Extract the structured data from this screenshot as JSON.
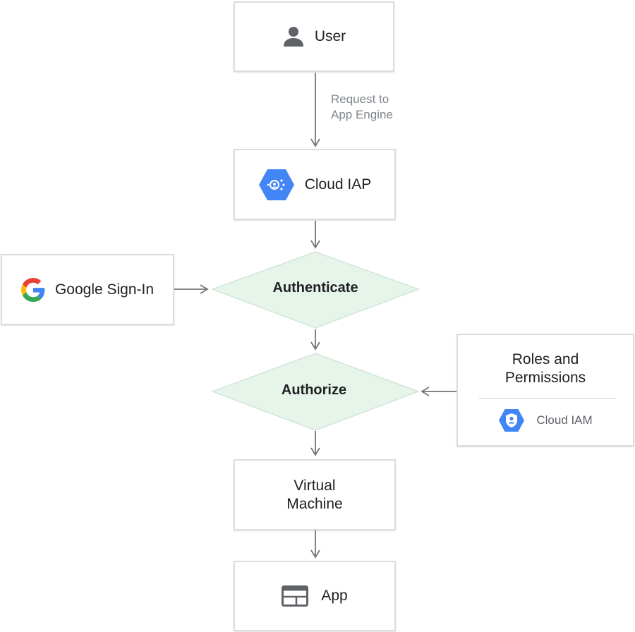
{
  "nodes": {
    "user": {
      "label": "User",
      "icon": "person-icon"
    },
    "cloud_iap": {
      "label": "Cloud IAP",
      "icon": "cloud-iap-hexagon-icon"
    },
    "google_signin": {
      "label": "Google Sign-In",
      "icon": "google-g-icon"
    },
    "authenticate": {
      "label": "Authenticate"
    },
    "authorize": {
      "label": "Authorize"
    },
    "roles": {
      "title_line1": "Roles and",
      "title_line2": "Permissions",
      "sub_label": "Cloud IAM",
      "sub_icon": "cloud-iam-hexagon-icon"
    },
    "vm": {
      "line1": "Virtual",
      "line2": "Machine"
    },
    "app": {
      "label": "App",
      "icon": "app-window-icon"
    }
  },
  "edges": {
    "user_to_iap": {
      "line1": "Request to",
      "line2": "App Engine"
    }
  },
  "colors": {
    "decision_fill": "#e6f4ea",
    "gcp_blue": "#4285f4",
    "arrow": "#757575",
    "box_border": "#dcdcdc"
  }
}
